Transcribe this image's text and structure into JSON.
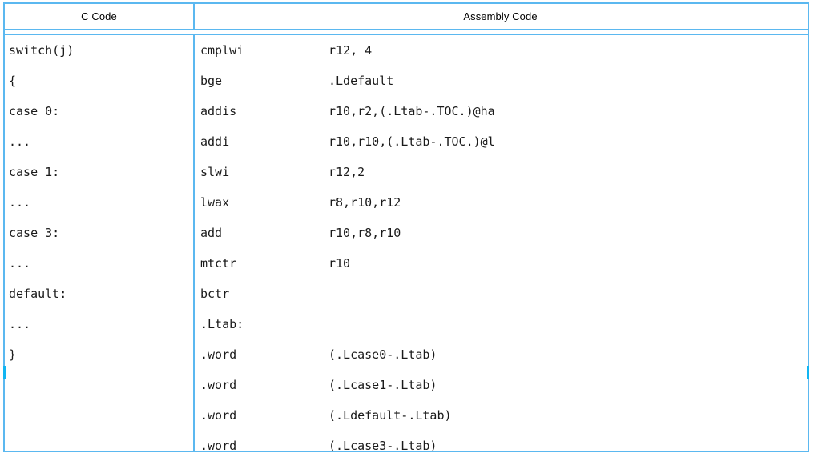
{
  "table": {
    "headers": {
      "c_code": "C Code",
      "assembly_code": "Assembly Code"
    },
    "colors": {
      "border": "#5bb8f0",
      "accent": "#11b5f2",
      "text": "#1a1a1a",
      "background": "#ffffff"
    },
    "rows": [
      {
        "c": "switch(j)",
        "op": "cmplwi",
        "args": "r12, 4"
      },
      {
        "c": "{",
        "op": "bge",
        "args": ".Ldefault"
      },
      {
        "c": "case 0:",
        "op": "addis",
        "args": "r10,r2,(.Ltab-.TOC.)@ha"
      },
      {
        "c": "...",
        "op": "addi",
        "args": "r10,r10,(.Ltab-.TOC.)@l"
      },
      {
        "c": "case 1:",
        "op": "slwi",
        "args": "r12,2"
      },
      {
        "c": "...",
        "op": "lwax",
        "args": "r8,r10,r12"
      },
      {
        "c": "case 3:",
        "op": "add",
        "args": "r10,r8,r10"
      },
      {
        "c": "...",
        "op": "mtctr",
        "args": "r10"
      },
      {
        "c": "default:",
        "op": "bctr",
        "args": ""
      },
      {
        "c": "...",
        "op": ".Ltab:",
        "args": ""
      },
      {
        "c": "}",
        "op": ".word",
        "args": "(.Lcase0-.Ltab)"
      },
      {
        "c": "",
        "op": ".word",
        "args": "(.Lcase1-.Ltab)"
      },
      {
        "c": "",
        "op": ".word",
        "args": "(.Ldefault-.Ltab)"
      },
      {
        "c": "",
        "op": ".word",
        "args": "(.Lcase3-.Ltab)"
      }
    ]
  }
}
